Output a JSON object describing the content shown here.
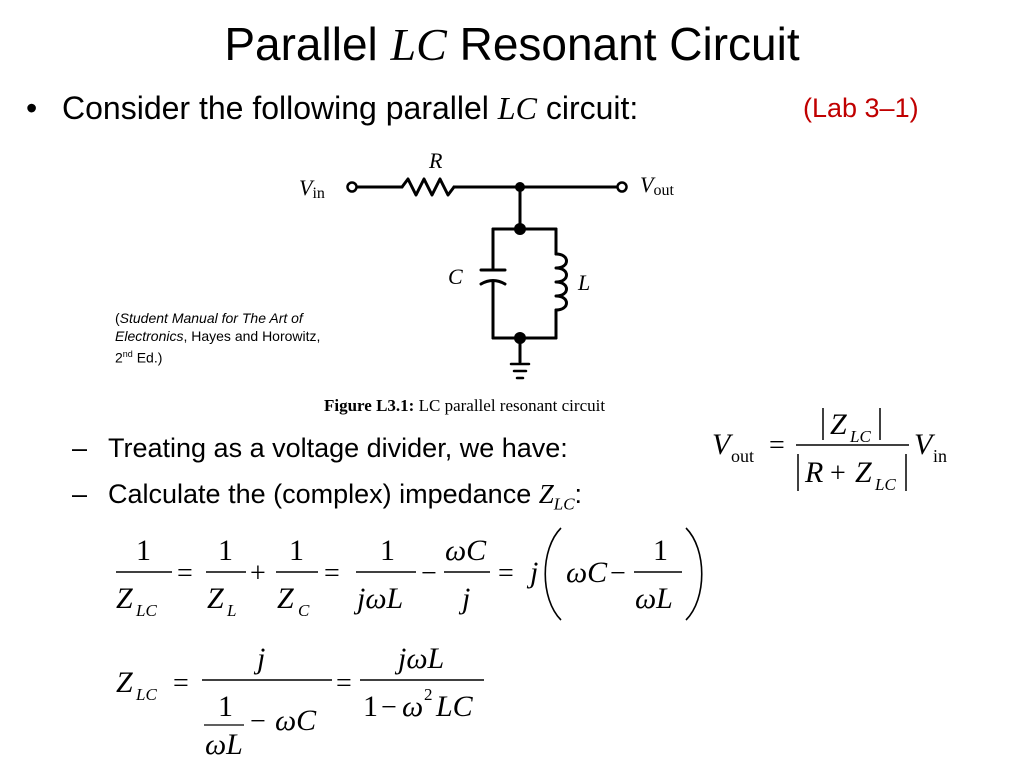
{
  "slide": {
    "title_prefix": "Parallel ",
    "title_lc": "LC",
    "title_suffix": " Resonant Circuit",
    "bullet1_text": "Consider the following parallel ",
    "bullet1_lc": "LC",
    "bullet1_suffix": " circuit:",
    "lab_ref": "(Lab 3–1)",
    "sub1_text": "Treating as a voltage divider, we have:",
    "sub2_text": "Calculate the (complex) impedance ",
    "sub2_z": "Z",
    "sub2_sub": "LC",
    "sub2_colon": ":"
  },
  "figure": {
    "label_R": "R",
    "label_C": "C",
    "label_L": "L",
    "label_Vin": "V",
    "label_Vin_sub": "in",
    "label_Vout": "V",
    "label_Vout_sub": "out",
    "caption_bold": "Figure L3.1:",
    "caption_text": " LC parallel resonant circuit"
  },
  "citation": {
    "open": "(",
    "title1": "Student Manual for The Art of Electronics",
    "authors": ", Hayes and Horowitz, 2",
    "sup": "nd",
    "edition": " Ed.)"
  },
  "equations": {
    "eq1": {
      "Vout": "V",
      "out": "out",
      "eq": "=",
      "num_Z": "Z",
      "num_sub": "LC",
      "den_R": "R",
      "den_plus": "+",
      "den_Z": "Z",
      "den_sub": "LC",
      "Vin": "V",
      "in": "in"
    },
    "eq2": {
      "one": "1",
      "ZLC_Z": "Z",
      "ZLC_sub": "LC",
      "eq": "=",
      "ZL_Z": "Z",
      "ZL_sub": "L",
      "plus": "+",
      "ZC_Z": "Z",
      "ZC_sub": "C",
      "jwL": "jωL",
      "minus": "−",
      "wC": "ωC",
      "j": "j",
      "wL": "ωL"
    },
    "eq3": {
      "Z": "Z",
      "sub": "LC",
      "eq": "=",
      "j": "j",
      "one": "1",
      "wL": "ωL",
      "minus": "−",
      "wC": "ωC",
      "jwL": "jωL",
      "den_one": "1",
      "den_minus": "−",
      "den_w": "ω",
      "den_exp": "2",
      "den_LC": "LC"
    }
  }
}
